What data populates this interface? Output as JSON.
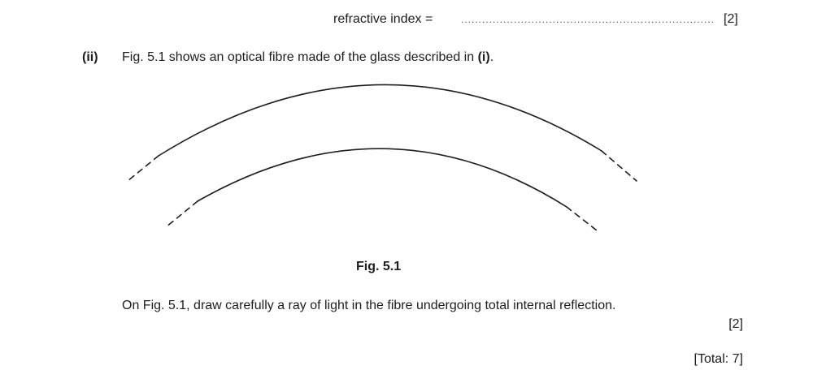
{
  "answer": {
    "label": "refractive index =",
    "dots": "..........................................................................",
    "marks": "[2]"
  },
  "part": {
    "label": "(ii)",
    "text_before": "Fig. 5.1 shows an optical fibre made of the glass described in ",
    "ref": "(i)",
    "text_after": "."
  },
  "figure": {
    "caption": "Fig. 5.1"
  },
  "instruction": {
    "text": "On Fig. 5.1, draw carefully a ray of light in the fibre undergoing total internal reflection.",
    "marks": "[2]"
  },
  "total": "[Total: 7]"
}
